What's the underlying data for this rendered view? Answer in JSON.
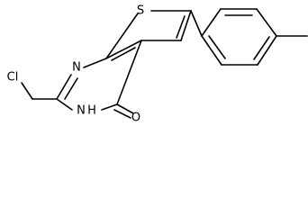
{
  "atoms": {
    "sulfur": "S",
    "chlorine": "Cl",
    "ring_nitrogen": "N",
    "nh_nitrogen": "N",
    "nh_hydrogen": "H",
    "carbonyl_oxygen": "O"
  },
  "colors": {
    "bond": "#000000",
    "label": "#000000",
    "background": "#ffffff"
  }
}
